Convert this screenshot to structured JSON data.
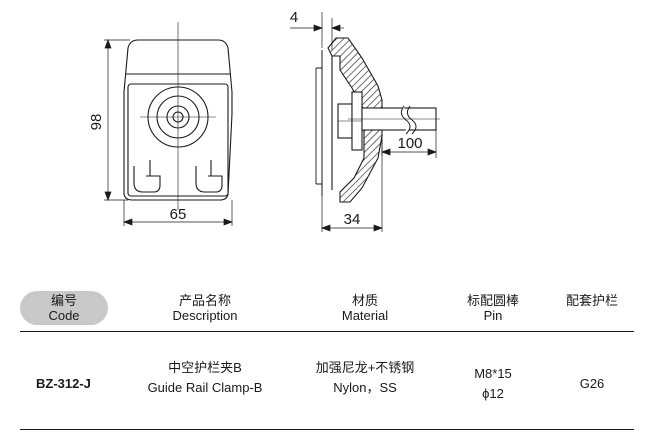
{
  "drawing": {
    "dim_width": "65",
    "dim_height": "98",
    "dim_thickness": "4",
    "dim_depth": "34",
    "dim_pin_length": "100"
  },
  "table": {
    "headers": {
      "code": {
        "cn": "编号",
        "en": "Code"
      },
      "description": {
        "cn": "产品名称",
        "en": "Description"
      },
      "material": {
        "cn": "材质",
        "en": "Material"
      },
      "pin": {
        "cn": "标配圆棒",
        "en": "Pin"
      },
      "rail": {
        "cn": "配套护栏"
      }
    },
    "row": {
      "code": "BZ-312-J",
      "description_cn": "中空护栏夹B",
      "description_en": "Guide Rail Clamp-B",
      "material_cn": "加强尼龙+不锈钢",
      "material_en": "Nylon，SS",
      "pin_line1": "M8*15",
      "pin_line2": "ϕ12",
      "rail": "G26"
    }
  }
}
